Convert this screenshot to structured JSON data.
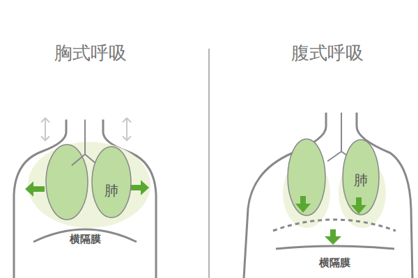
{
  "diagram": {
    "nodes": [
      {
        "text": [
          "肺"
        ]
      },
      {
        "text": [
          "肺"
        ]
      }
    ],
    "labels": [
      "胸式呼吸",
      "腹式呼吸",
      "横隔膜",
      "横隔膜"
    ]
  }
}
